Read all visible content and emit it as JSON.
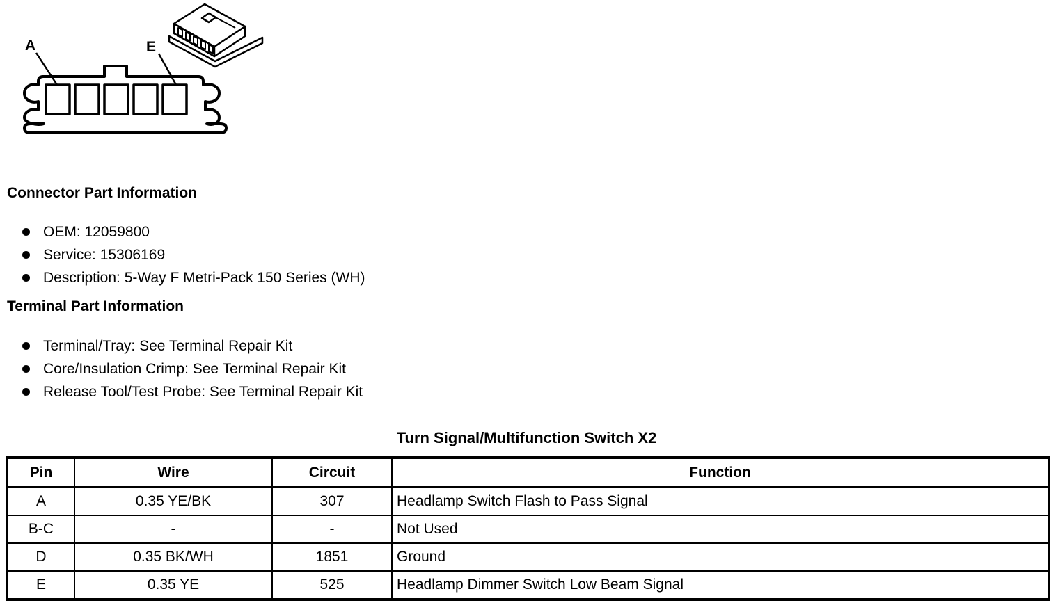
{
  "page": {
    "background": "#ffffff",
    "ink": "#000000"
  },
  "diagram": {
    "pin_label_a": "A",
    "pin_label_e": "E",
    "face_view": "5-way connector face view with five terminal cavities",
    "iso_view": "connector isometric view"
  },
  "connector_part_information": {
    "heading": "Connector Part Information",
    "items": [
      "OEM: 12059800",
      "Service: 15306169",
      "Description: 5-Way F Metri-Pack 150 Series (WH)"
    ]
  },
  "terminal_part_information": {
    "heading": "Terminal Part Information",
    "items": [
      "Terminal/Tray: See Terminal Repair Kit",
      "Core/Insulation Crimp: See Terminal Repair Kit",
      "Release Tool/Test Probe: See Terminal Repair Kit"
    ]
  },
  "pinout_table": {
    "title": "Turn Signal/Multifunction Switch X2",
    "columns": [
      "Pin",
      "Wire",
      "Circuit",
      "Function"
    ],
    "rows": [
      {
        "pin": "A",
        "wire": "0.35 YE/BK",
        "circuit": "307",
        "function": "Headlamp Switch Flash to Pass Signal"
      },
      {
        "pin": "B-C",
        "wire": "-",
        "circuit": "-",
        "function": "Not Used"
      },
      {
        "pin": "D",
        "wire": "0.35 BK/WH",
        "circuit": "1851",
        "function": "Ground"
      },
      {
        "pin": "E",
        "wire": "0.35 YE",
        "circuit": "525",
        "function": "Headlamp Dimmer Switch Low Beam Signal"
      }
    ]
  }
}
